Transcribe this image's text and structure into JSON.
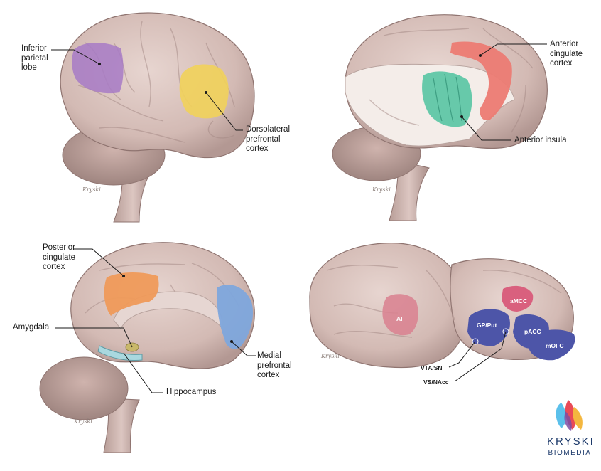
{
  "panels": {
    "top_left": {
      "labels": {
        "inferior_parietal_lobe": "Inferior\nparietal\nlobe",
        "dorsolateral_prefrontal_cortex": "Dorsolateral\nprefrontal\ncortex"
      }
    },
    "top_right": {
      "labels": {
        "anterior_cingulate_cortex": "Anterior\ncingulate\ncortex",
        "anterior_insula": "Anterior insula"
      }
    },
    "bottom_left": {
      "labels": {
        "posterior_cingulate_cortex": "Posterior\ncingulate\ncortex",
        "amygdala": "Amygdala",
        "hippocampus": "Hippocampus",
        "medial_prefrontal_cortex": "Medial\nprefrontal\ncortex"
      }
    },
    "bottom_right": {
      "labels": {
        "ai": "AI",
        "gp_put": "GP/Put",
        "amcc": "aMCC",
        "pacc": "pACC",
        "mofc": "mOFC",
        "vta_sn": "VTA/SN",
        "vs_nacc": "VS/NAcc"
      }
    }
  },
  "signature": "Kryski",
  "logo": {
    "line1": "KRYSKI",
    "line2": "BIOMEDIA"
  },
  "colors": {
    "brain": "#d9c2bd",
    "brain_shadow": "#a88d88",
    "brain_line": "#8f7470",
    "inferior_parietal": "#a77ac6",
    "dlpfc": "#f1d25a",
    "acc": "#ec7b73",
    "insula": "#5fc7a6",
    "pcc": "#ef9a5a",
    "mpfc": "#7ea6dc",
    "amygdala": "#c9b86a",
    "hippocampus": "#a9d8df",
    "ai_region": "#d9808f",
    "amcc_region": "#d9607e",
    "blue_region": "#4d55a8",
    "logo_blue": "#1d3a6b"
  }
}
